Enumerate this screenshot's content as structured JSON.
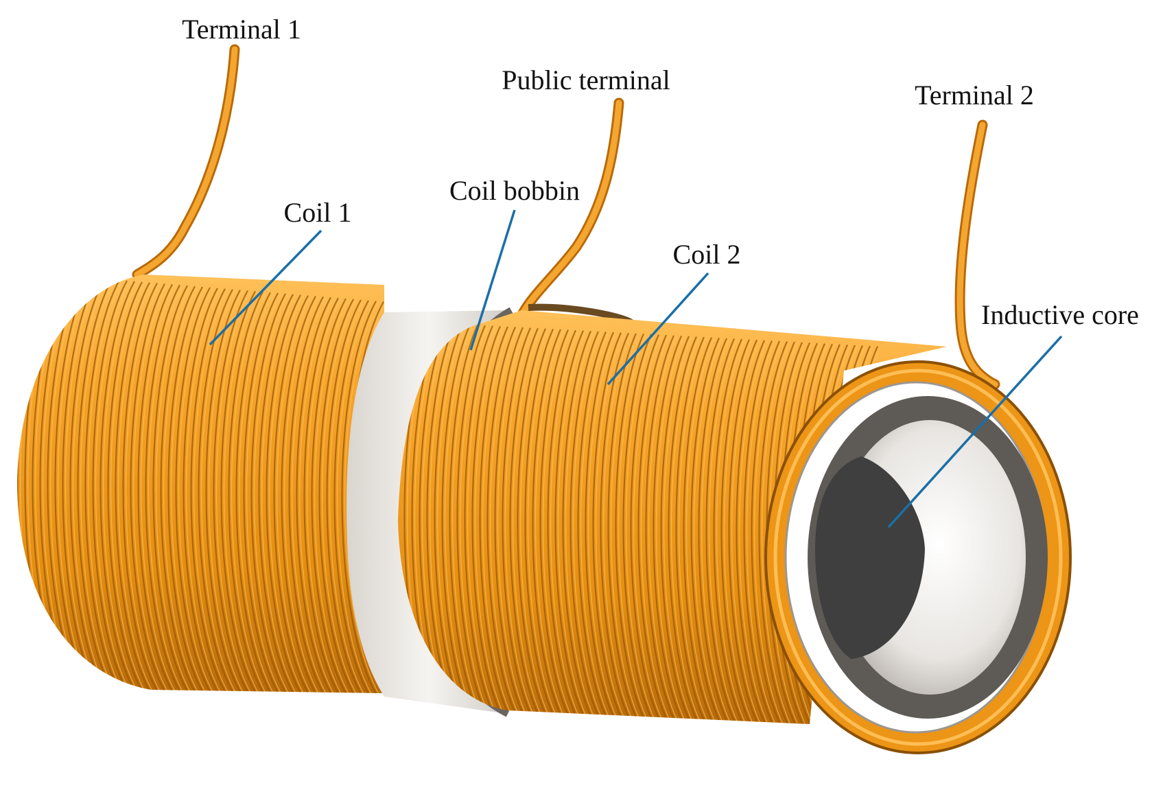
{
  "labels": {
    "terminal_1": "Terminal 1",
    "public_terminal": "Public terminal",
    "terminal_2": "Terminal 2",
    "coil_1": "Coil 1",
    "coil_bobbin": "Coil bobbin",
    "coil_2": "Coil 2",
    "inductive_core": "Inductive core"
  },
  "colors": {
    "copper": "#f29a1a",
    "copper_dark": "#b86a08",
    "copper_light": "#ffc15a",
    "bobbin": "#f1efec",
    "bobbin_shade": "#c9c5c0",
    "tube_gray": "#5e5a56",
    "core_dark": "#3f3f3f",
    "leader_line": "#1a6fa8"
  }
}
